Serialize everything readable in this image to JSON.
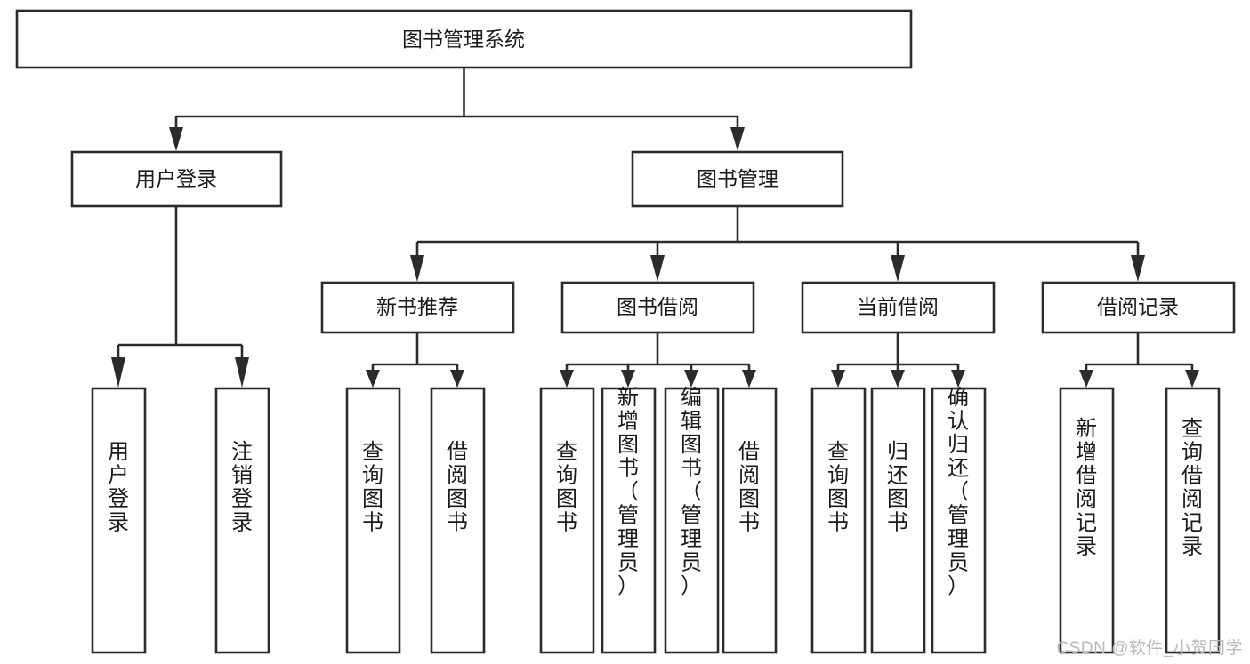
{
  "diagram": {
    "type": "tree-hierarchy-chart",
    "title": "图书管理系统",
    "watermark": "CSDN @软件_小贺同学",
    "colors": {
      "box_fill": "#ffffff",
      "box_stroke": "#2b2b2b",
      "text": "#1a1a1a",
      "background": "#ffffff",
      "watermark": "#b9b9b9"
    },
    "levels": [
      {
        "level": 1,
        "nodes": [
          {
            "id": "root",
            "label": "图书管理系统",
            "orientation": "horizontal"
          }
        ]
      },
      {
        "level": 2,
        "nodes": [
          {
            "id": "login",
            "label": "用户登录",
            "orientation": "horizontal",
            "parent": "root"
          },
          {
            "id": "bookmgmt",
            "label": "图书管理",
            "orientation": "horizontal",
            "parent": "root"
          }
        ]
      },
      {
        "level": 3,
        "nodes": [
          {
            "id": "newbook",
            "label": "新书推荐",
            "orientation": "horizontal",
            "parent": "bookmgmt"
          },
          {
            "id": "borrow",
            "label": "图书借阅",
            "orientation": "horizontal",
            "parent": "bookmgmt"
          },
          {
            "id": "current",
            "label": "当前借阅",
            "orientation": "horizontal",
            "parent": "bookmgmt"
          },
          {
            "id": "records",
            "label": "借阅记录",
            "orientation": "horizontal",
            "parent": "bookmgmt"
          }
        ]
      },
      {
        "level": 4,
        "nodes": [
          {
            "id": "leaf-1",
            "label": "用户登录",
            "orientation": "vertical",
            "parent": "login"
          },
          {
            "id": "leaf-2",
            "label": "注销登录",
            "orientation": "vertical",
            "parent": "login"
          },
          {
            "id": "leaf-3",
            "label": "查询图书",
            "orientation": "vertical",
            "parent": "newbook"
          },
          {
            "id": "leaf-4",
            "label": "借阅图书",
            "orientation": "vertical",
            "parent": "newbook"
          },
          {
            "id": "leaf-5",
            "label": "查询图书",
            "orientation": "vertical",
            "parent": "borrow"
          },
          {
            "id": "leaf-6",
            "label": "新增图书（管理员）",
            "orientation": "vertical",
            "parent": "borrow"
          },
          {
            "id": "leaf-7",
            "label": "编辑图书（管理员）",
            "orientation": "vertical",
            "parent": "borrow"
          },
          {
            "id": "leaf-8",
            "label": "借阅图书",
            "orientation": "vertical",
            "parent": "borrow"
          },
          {
            "id": "leaf-9",
            "label": "查询图书",
            "orientation": "vertical",
            "parent": "current"
          },
          {
            "id": "leaf-10",
            "label": "归还图书",
            "orientation": "vertical",
            "parent": "current"
          },
          {
            "id": "leaf-11",
            "label": "确认归还（管理员）",
            "orientation": "vertical",
            "parent": "current"
          },
          {
            "id": "leaf-12",
            "label": "新增借阅记录",
            "orientation": "vertical",
            "parent": "records"
          },
          {
            "id": "leaf-13",
            "label": "查询借阅记录",
            "orientation": "vertical",
            "parent": "records"
          }
        ]
      }
    ]
  }
}
